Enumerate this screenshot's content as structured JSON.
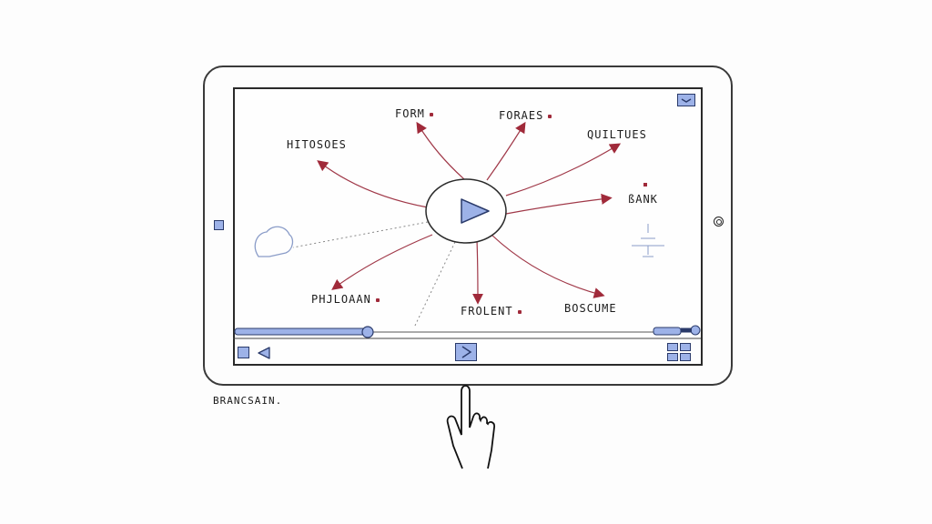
{
  "device": {
    "type": "tablet",
    "caption": "BRANCSAIN."
  },
  "mindmap": {
    "center": {
      "icon": "play-icon"
    },
    "branches": [
      {
        "label": "HITOSOES",
        "marker": false
      },
      {
        "label": "FORM",
        "marker": true
      },
      {
        "label": "FORAES",
        "marker": true
      },
      {
        "label": "QUILTUES",
        "marker": false
      },
      {
        "label": "ßANK",
        "marker": true
      },
      {
        "label": "PHJLOAAN",
        "marker": true
      },
      {
        "label": "FROLENT",
        "marker": true
      },
      {
        "label": "BOSCUME",
        "marker": false
      }
    ],
    "side_items": [
      {
        "icon": "cloud-icon"
      },
      {
        "icon": "network-icon"
      }
    ]
  },
  "player": {
    "progress_percent": 30,
    "controls": {
      "stop": "stop-icon",
      "rewind": "rewind-icon",
      "next": "next-icon",
      "grid": "grid-icon",
      "volume": "volume-slider"
    }
  },
  "colors": {
    "accent_fill": "#9db2e8",
    "accent_stroke": "#2a3a6a",
    "arrow": "#a02a3a",
    "ink": "#2a2a2a"
  }
}
